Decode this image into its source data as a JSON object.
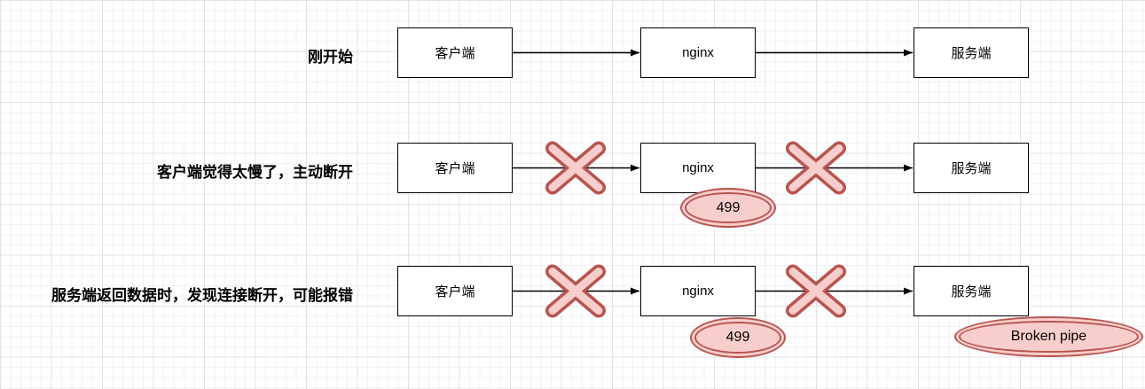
{
  "colors": {
    "box_border": "#000000",
    "arrow": "#000000",
    "error_stroke": "#b85450",
    "error_fill": "#f8cecc"
  },
  "rows": [
    {
      "label": "刚开始",
      "nodes": [
        {
          "label": "客户端"
        },
        {
          "label": "nginx"
        },
        {
          "label": "服务端"
        }
      ],
      "badges": []
    },
    {
      "label": "客户端觉得太慢了，主动断开",
      "nodes": [
        {
          "label": "客户端"
        },
        {
          "label": "nginx"
        },
        {
          "label": "服务端"
        }
      ],
      "badges": [
        {
          "text": "499"
        }
      ]
    },
    {
      "label": "服务端返回数据时，发现连接断开，可能报错",
      "nodes": [
        {
          "label": "客户端"
        },
        {
          "label": "nginx"
        },
        {
          "label": "服务端"
        }
      ],
      "badges": [
        {
          "text": "499"
        },
        {
          "text": "Broken pipe"
        }
      ]
    }
  ]
}
